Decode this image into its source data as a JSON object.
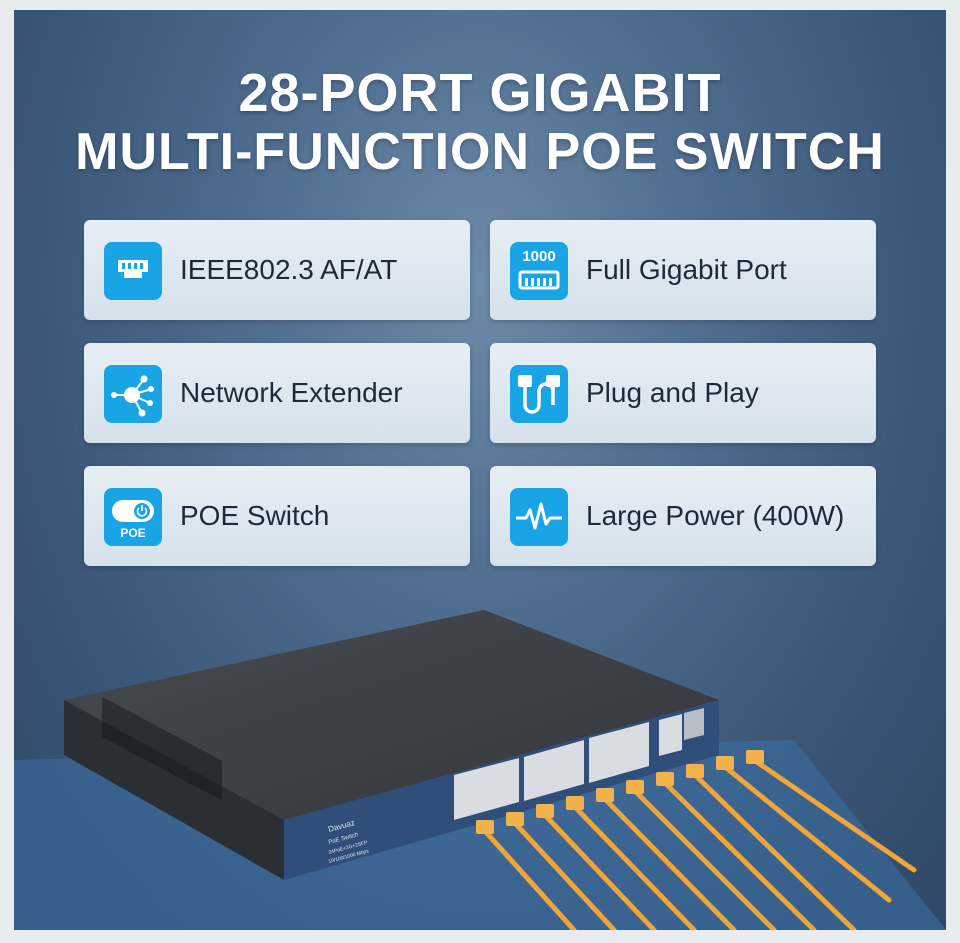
{
  "heading": {
    "line1": "28-PORT GIGABIT",
    "line2": "MULTI-FUNCTION POE SWITCH"
  },
  "features": [
    {
      "label": "IEEE802.3 AF/AT",
      "icon": "ethernet-port-icon"
    },
    {
      "label": "Full Gigabit Port",
      "icon": "gigabit-port-icon",
      "icon_text": "1000"
    },
    {
      "label": "Network Extender",
      "icon": "network-extender-icon"
    },
    {
      "label": "Plug and Play",
      "icon": "plug-and-play-icon"
    },
    {
      "label": "POE Switch",
      "icon": "poe-switch-icon",
      "icon_text": "POE"
    },
    {
      "label": "Large Power (400W)",
      "icon": "power-waveform-icon"
    }
  ],
  "device": {
    "brand": "Davuaz",
    "model_line": "PoE Switch",
    "spec_line": "24PoE+2G+2SFP",
    "speed_line": "10/100/1000 Mbps"
  },
  "colors": {
    "accent": "#19a4e6",
    "cable": "#f0a53a",
    "background": "#4f6d8f"
  }
}
